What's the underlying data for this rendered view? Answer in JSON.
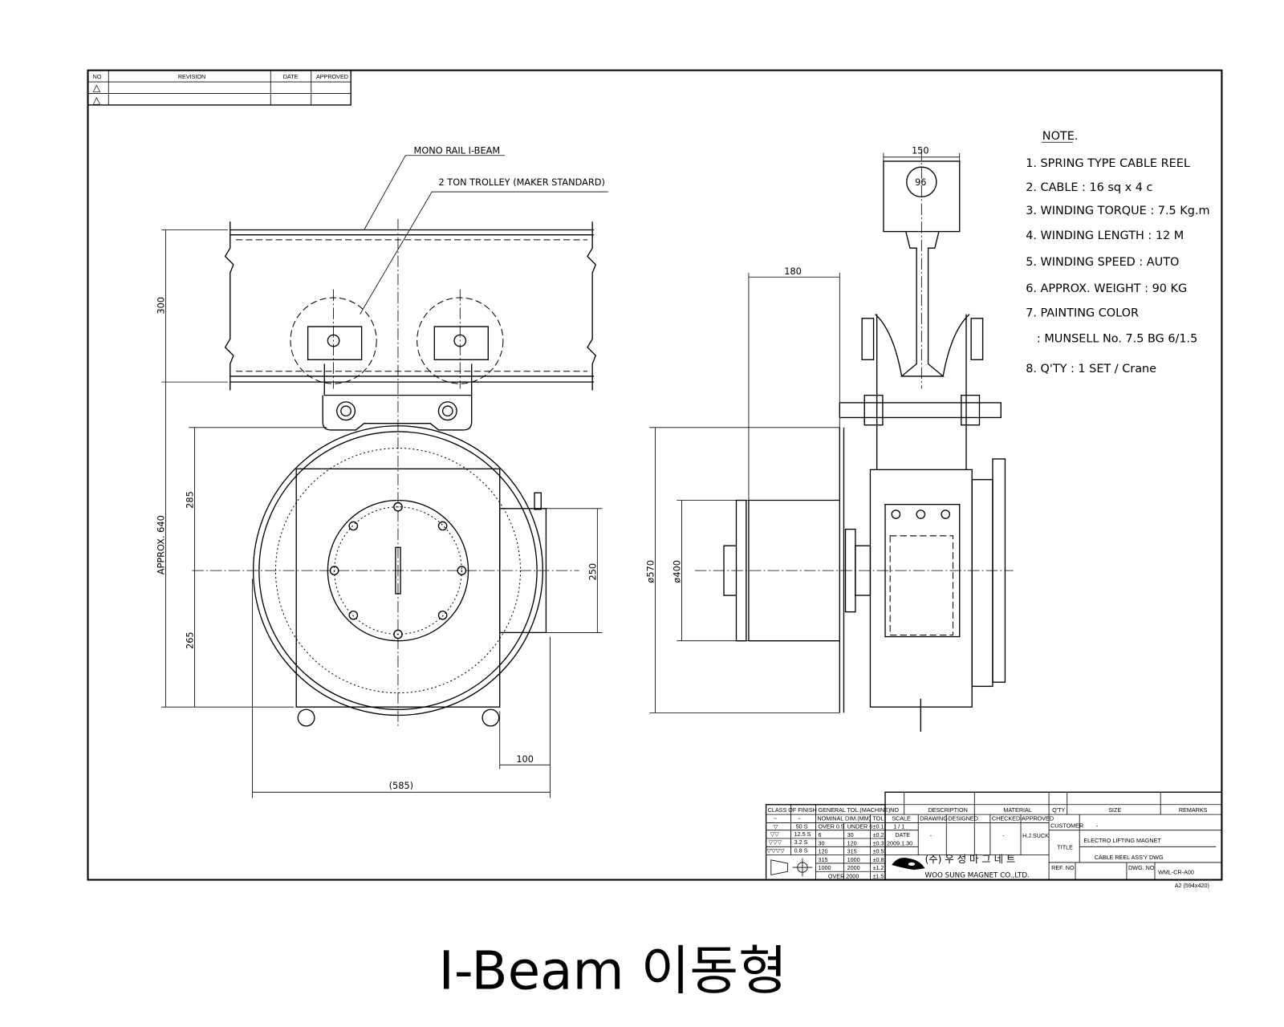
{
  "revision_table": {
    "headers": {
      "no": "NO",
      "revision": "REVISION",
      "date": "DATE",
      "approved": "APPROVED"
    },
    "rows": [
      {
        "no": "△"
      },
      {
        "no": "△"
      }
    ]
  },
  "front_view": {
    "callouts": {
      "rail": "MONO RAIL I-BEAM",
      "trolley": "2 TON TROLLEY (MAKER STANDARD)"
    },
    "dimensions": {
      "beam": "300",
      "overall": "APPROX. 640",
      "upper": "285",
      "lower": "265",
      "box": "250",
      "offset": "100",
      "width": "(585)"
    }
  },
  "side_view": {
    "dimensions": {
      "rail_width": "150",
      "rail_dia": "96",
      "depth": "180",
      "outer_dia": "ø570",
      "drum_dia": "ø400"
    }
  },
  "notes": {
    "title": "NOTE.",
    "items": [
      "1. SPRING TYPE CABLE REEL",
      "2. CABLE : 16 sq  x 4 c",
      "3. WINDING TORQUE : 7.5 Kg.m",
      "4. WINDING LENGTH : 12 M",
      "5. WINDING SPEED : AUTO",
      "6. APPROX. WEIGHT : 90 KG",
      "7. PAINTING COLOR",
      "   : MUNSELL No. 7.5 BG 6/1.5",
      "8. Q'TY : 1 SET / Crane"
    ]
  },
  "title_block": {
    "finish_header": "CLASS OF FINISH",
    "tol_header": "GENERAL TOL.(MACHINE)",
    "tol_sub": [
      "NOMINAL DIM.(MM)",
      "TOL"
    ],
    "finish_rows": [
      [
        "~",
        "-"
      ],
      [
        "▽",
        "50 S"
      ],
      [
        "▽▽",
        "12.5 S"
      ],
      [
        "▽▽▽",
        "3.2 S"
      ],
      [
        "▽▽▽▽",
        "0.8 S"
      ]
    ],
    "tol_rows": [
      [
        "OVER 0.5",
        "UNDER 6",
        "±0.1"
      ],
      [
        "6",
        "30",
        "±0.2"
      ],
      [
        "30",
        "120",
        "±0.3"
      ],
      [
        "120",
        "315",
        "±0.5"
      ],
      [
        "315",
        "1000",
        "±0.8"
      ],
      [
        "1000",
        "2000",
        "±1.2"
      ],
      [
        "OVER 2000",
        "",
        "±1.5"
      ]
    ],
    "list_headers": {
      "no": "NO",
      "description": "DESCRIPTION",
      "material": "MATERIAL",
      "qty": "Q'TY",
      "size": "SIZE",
      "remarks": "REMARKS"
    },
    "scale_label": "SCALE",
    "scale": "1 / 1",
    "date_label": "DATE",
    "date": "2009.1.30",
    "sign_headers": [
      "DRAWING",
      "DESIGNED",
      "CHECKED",
      "APPROVED"
    ],
    "sign_values": [
      "-",
      "",
      "-",
      "H.J.SUCK"
    ],
    "customer_label": "CUSTOMER",
    "customer": "-",
    "title_label": "TITLE",
    "title_lines": [
      "ELECTRO LIFTING MAGNET",
      "CABLE REEL ASS'Y DWG"
    ],
    "company_kr": "(주) 우 성 마 그 네 트",
    "company_en": "WOO SUNG MAGNET CO.,LTD.",
    "ref_label": "REF. NO",
    "dwg_label": "DWG. NO",
    "dwg_no": "WML-CR-A00",
    "sheet": "A2 (594x420)"
  },
  "caption": "I-Beam 이동형"
}
